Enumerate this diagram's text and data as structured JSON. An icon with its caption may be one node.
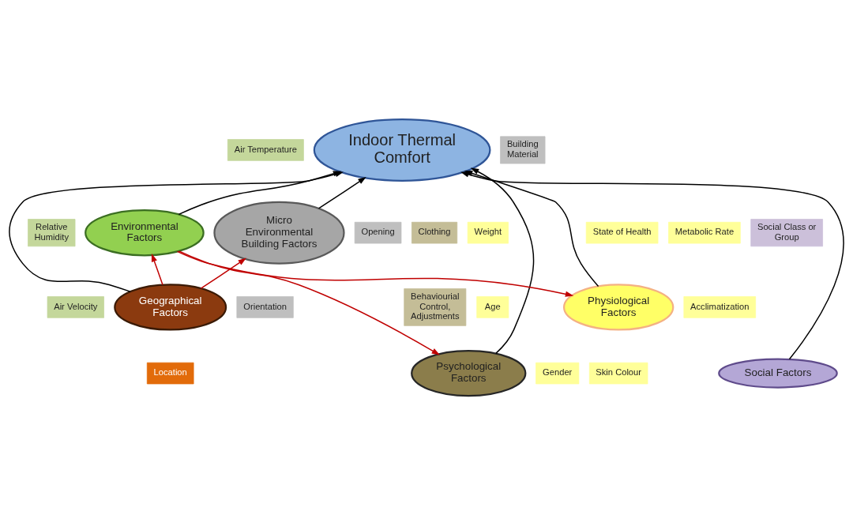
{
  "diagram": {
    "nodes": [
      {
        "text": [
          "Indoor Thermal Comfort"
        ]
      },
      {
        "text": [
          "Physiological Factors"
        ]
      },
      {
        "text": [
          "Psychological Factors"
        ]
      },
      {
        "text": [
          "Social Factors"
        ]
      },
      {
        "text": [
          "Environmental Factors"
        ]
      },
      {
        "text": [
          "Geographical Factors"
        ]
      },
      {
        "text": [
          "Micro Environmental Building Factors"
        ]
      },
      {
        "text": [
          "State of Health"
        ]
      },
      {
        "text": [
          "Metabolic Rate"
        ]
      },
      {
        "text": [
          "Weight"
        ]
      },
      {
        "text": [
          "Acclimatization"
        ]
      },
      {
        "text": [
          "Age"
        ]
      },
      {
        "text": [
          "Skin Colour"
        ]
      },
      {
        "text": [
          "Gender"
        ]
      },
      {
        "text": [
          "Clothing"
        ]
      },
      {
        "text": [
          "Behaviourial Control, Adjustments"
        ]
      },
      {
        "text": [
          "Social Class or Group"
        ]
      },
      {
        "text": [
          "Air Temperature"
        ]
      },
      {
        "text": [
          "Relative Humidity"
        ]
      },
      {
        "text": [
          "Air Velocity"
        ]
      },
      {
        "text": [
          "Building Material"
        ]
      },
      {
        "text": [
          "Opening"
        ]
      },
      {
        "text": [
          "Orientation"
        ]
      },
      {
        "text": [
          "Location"
        ]
      }
    ],
    "edges": [
      {
        "from": 1,
        "to": 0,
        "arrow": "to"
      },
      {
        "from": 2,
        "to": 0,
        "arrow": "to"
      },
      {
        "from": 3,
        "to": 0,
        "arrow": "to"
      },
      {
        "from": 4,
        "to": 0,
        "arrow": "to"
      },
      {
        "from": 5,
        "to": 0,
        "arrow": "to"
      },
      {
        "from": 6,
        "to": 0,
        "arrow": "to"
      },
      {
        "from": 4,
        "to": 2,
        "arrow": "to",
        "color": "#c00000"
      },
      {
        "from": 4,
        "to": 1,
        "arrow": "to",
        "color": "#c00000"
      },
      {
        "from": 5,
        "to": 4,
        "arrow": "to",
        "color": "#c00000"
      },
      {
        "from": 5,
        "to": 6,
        "arrow": "to",
        "color": "#c00000"
      }
    ]
  }
}
